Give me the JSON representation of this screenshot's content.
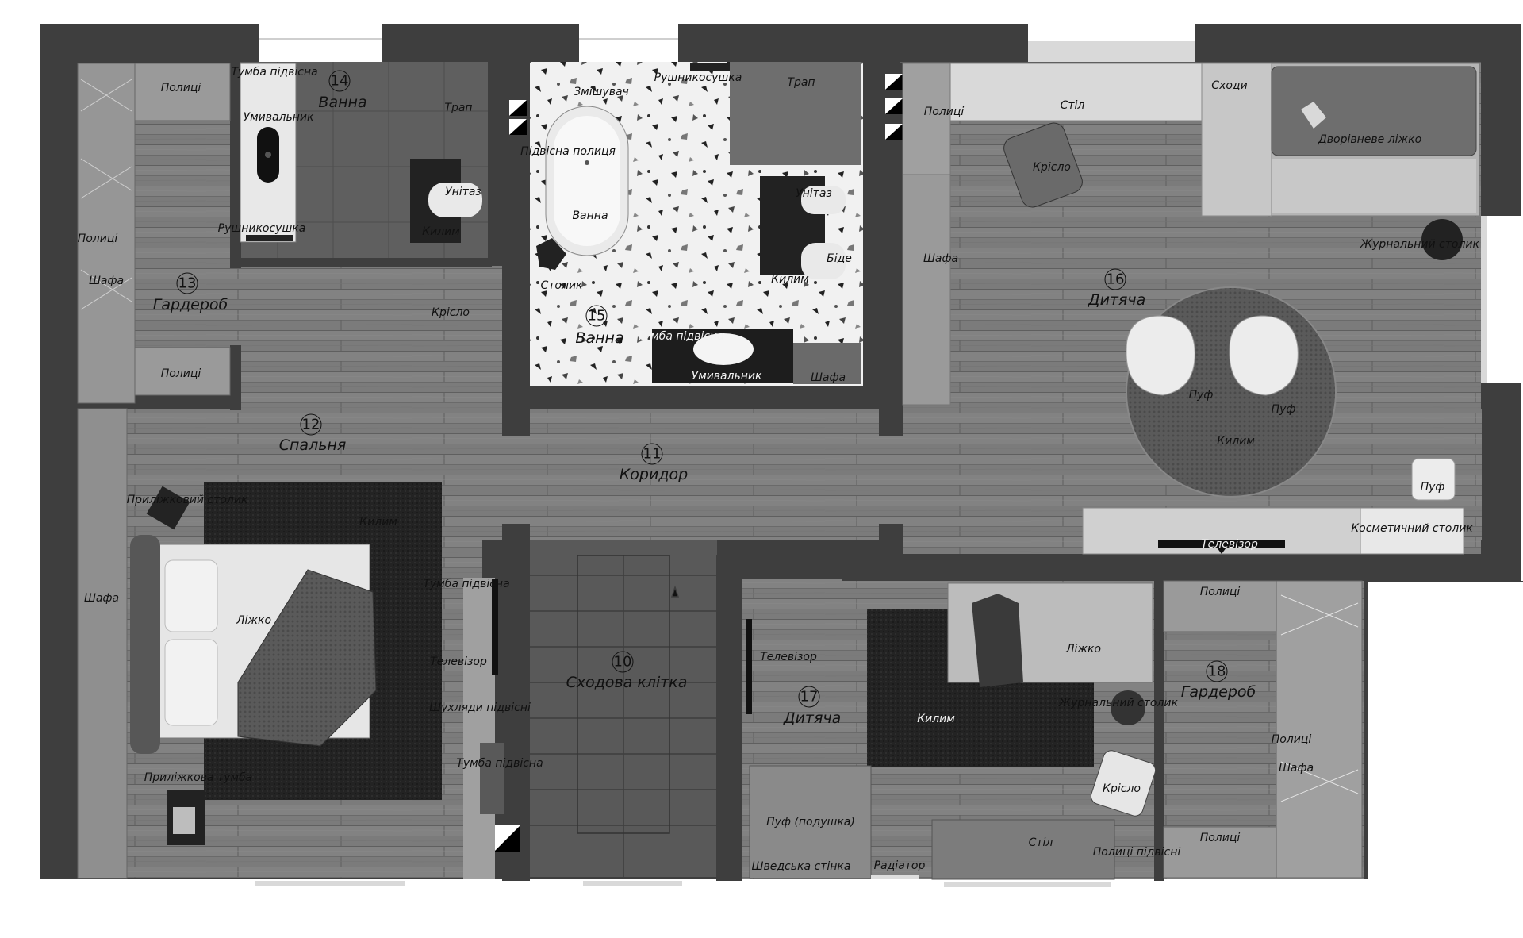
{
  "rooms": [
    {
      "id": "r10",
      "number": "10",
      "name": "Сходова клітка"
    },
    {
      "id": "r11",
      "number": "11",
      "name": "Коридор"
    },
    {
      "id": "r12",
      "number": "12",
      "name": "Спальня"
    },
    {
      "id": "r13",
      "number": "13",
      "name": "Гардероб"
    },
    {
      "id": "r14",
      "number": "14",
      "name": "Ванна"
    },
    {
      "id": "r15",
      "number": "15",
      "name": "Ванна"
    },
    {
      "id": "r16",
      "number": "16",
      "name": "Дитяча"
    },
    {
      "id": "r17",
      "number": "17",
      "name": "Дитяча"
    },
    {
      "id": "r18",
      "number": "18",
      "name": "Гардероб"
    }
  ],
  "labels": {
    "shelves": "Полиці",
    "hanging_cabinet": "Тумба підвісна",
    "washbasin": "Умивальник",
    "towel_dryer": "Рушникосушка",
    "drain": "Трап",
    "toilet": "Унітаз",
    "rug": "Килим",
    "armchair": "Крісло",
    "wardrobe": "Шафа",
    "mixer": "Змішувач",
    "hanging_shelf": "Підвісна полиця",
    "bathtub": "Ванна",
    "small_table": "Столик",
    "bidet": "Біде",
    "desk": "Стіл",
    "stairs": "Сходи",
    "bunk_bed": "Дворівневе ліжко",
    "coffee_table": "Журнальний столик",
    "pouf": "Пуф",
    "dressing_table": "Косметичний столик",
    "tv": "Телевізор",
    "bedside_table": "Приліжковий столик",
    "bedside_cabinet": "Приліжкова тумба",
    "bed": "Ліжко",
    "hanging_drawers": "Шухляди підвісні",
    "pouf_cushion": "Пуф (подушка)",
    "swedish_wall": "Шведська стінка",
    "radiator": "Радіатор",
    "hanging_shelves": "Полиці підвісні"
  }
}
